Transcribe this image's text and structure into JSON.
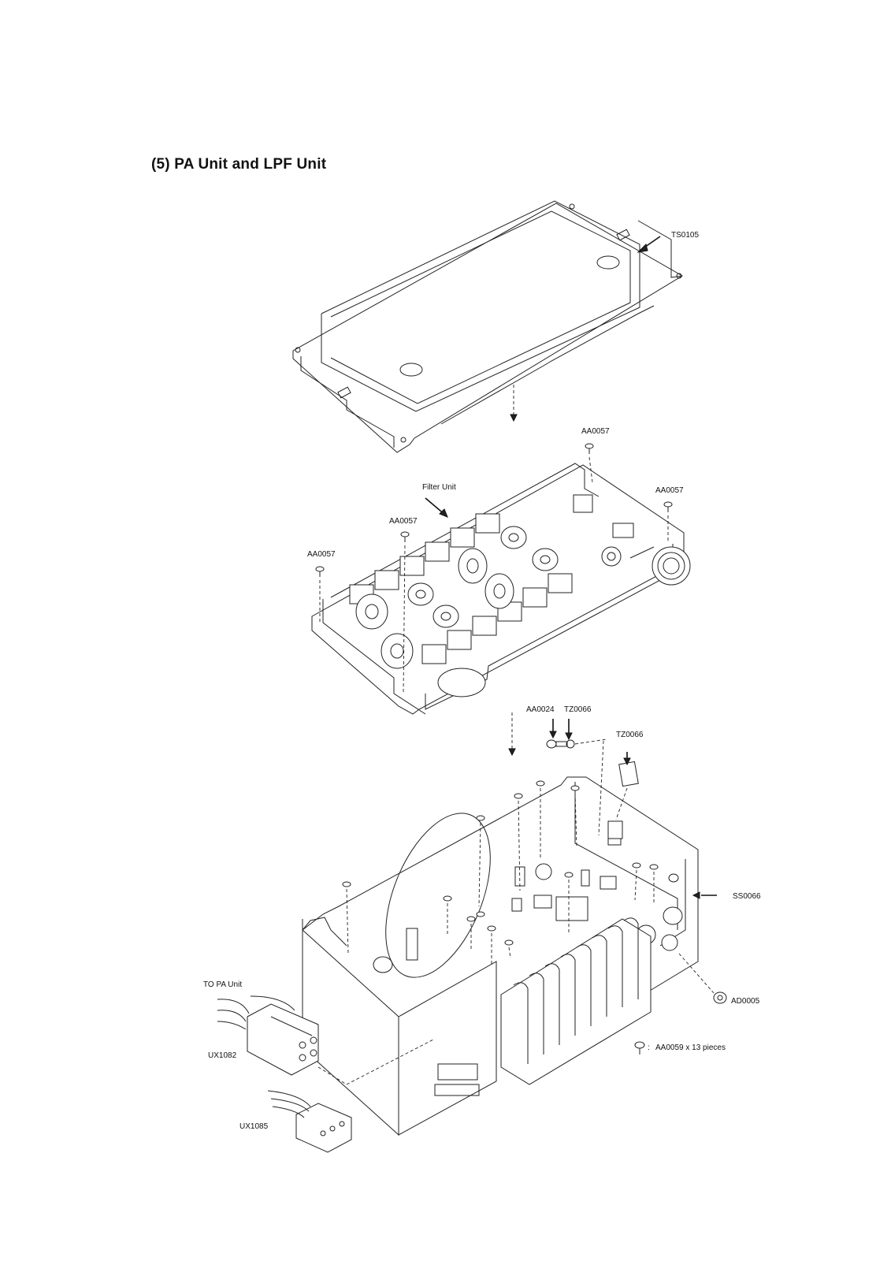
{
  "title": "(5) PA Unit and LPF Unit",
  "labels": {
    "top_cover": "TS0105",
    "filter_unit": "Filter Unit",
    "screw_a": "AA0057",
    "screw_b": "AA0057",
    "screw_c": "AA0057",
    "screw_d": "AA0057",
    "screw_e": "AA0024",
    "washer": "TZ0066",
    "insulator": "TZ0066",
    "chassis": "SS0066",
    "connector_nut": "AD0005",
    "to_pa_unit": "TO PA Unit",
    "connector_a": "UX1082",
    "connector_b": "UX1085",
    "screw_legend": "AA0059 x 13 pieces",
    "screw_legend_sep": ":"
  }
}
